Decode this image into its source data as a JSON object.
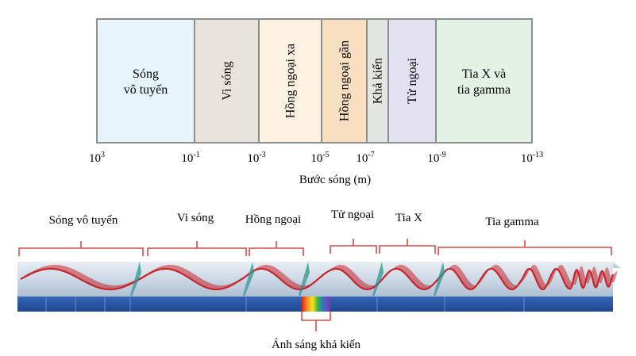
{
  "top_chart": {
    "bands": [
      {
        "id": "radio",
        "lines": [
          "Sóng",
          "vô tuyến"
        ],
        "orientation": "horizontal",
        "color": "#e6f4fb"
      },
      {
        "id": "micro",
        "lines": [
          "Vi sóng"
        ],
        "orientation": "vertical",
        "color": "#e8e4dc"
      },
      {
        "id": "far-ir",
        "lines": [
          "Hồng ngoại xa"
        ],
        "orientation": "vertical",
        "color": "#fdf1e2"
      },
      {
        "id": "near-ir",
        "lines": [
          "Hồng ngoại gần"
        ],
        "orientation": "vertical",
        "color": "#f9dfc2"
      },
      {
        "id": "visible",
        "lines": [
          "Khả kiến"
        ],
        "orientation": "vertical",
        "color": "#e4e6e4"
      },
      {
        "id": "uv",
        "lines": [
          "Tử ngoại"
        ],
        "orientation": "vertical",
        "color": "#e4e1f1"
      },
      {
        "id": "xray",
        "lines": [
          "Tia X và",
          "tia gamma"
        ],
        "orientation": "horizontal",
        "color": "#e4f2e6"
      }
    ],
    "ticks": [
      {
        "base": "10",
        "exp": "3"
      },
      {
        "base": "10",
        "exp": "-1"
      },
      {
        "base": "10",
        "exp": "-3"
      },
      {
        "base": "10",
        "exp": "-5"
      },
      {
        "base": "10",
        "exp": "-7"
      },
      {
        "base": "10",
        "exp": "-9"
      },
      {
        "base": "10",
        "exp": "-13"
      }
    ],
    "axis_label": "Bước sóng (m)"
  },
  "bottom_diagram": {
    "labels": {
      "radio": "Sóng vô tuyến",
      "micro": "Vi sóng",
      "ir": "Hồng ngoại",
      "uv": "Tử ngoại",
      "xray": "Tia X",
      "gamma": "Tia gamma",
      "visible": "Ánh sáng khả kiến"
    },
    "colors": {
      "wave": "#c8242b",
      "bracket": "#d94a4a",
      "track": "#2a56a8"
    }
  }
}
